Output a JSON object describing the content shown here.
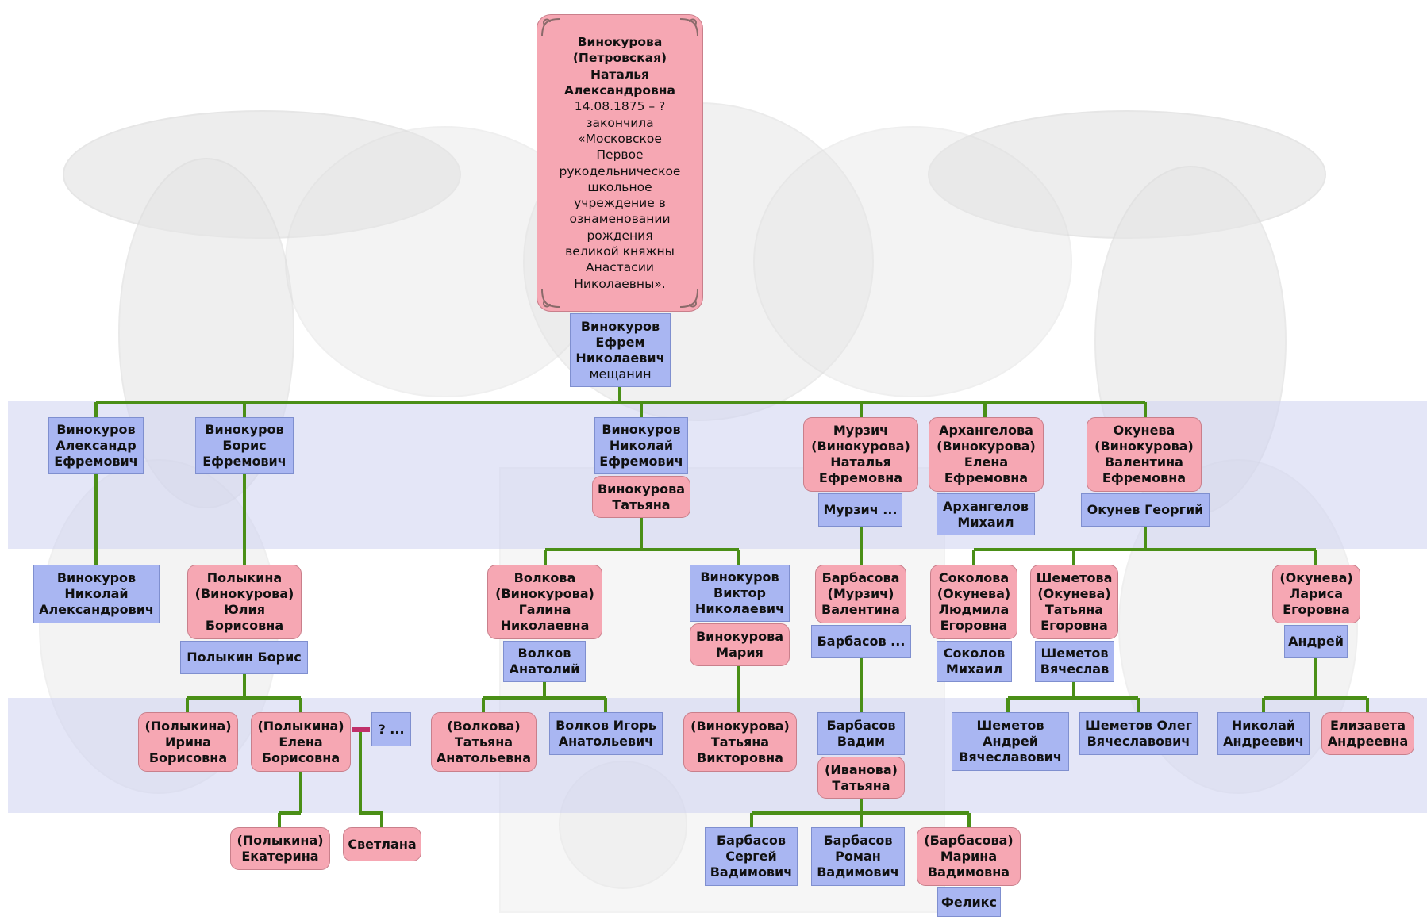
{
  "colors": {
    "male": "#a9b6f2",
    "female": "#f6a7b3",
    "link": "#4a8f17",
    "marriage_link": "#c0306a",
    "band": "#cdd2f0"
  },
  "root": {
    "name": "Винокурова\n(Петровская)\nНаталья\nАлександровна",
    "info": "14.08.1875 – ?\nзакончила\n«Московское\nПервое\nрукодельническое\nшкольное\nучреждение в\nознаменовании\nрождения\nвеликой княжны\nАнастасии\nНиколаевны»."
  },
  "people": {
    "efrem": {
      "name": "Винокуров\nЕфрем\nНиколаевич",
      "info": "мещанин"
    },
    "alexander": {
      "name": "Винокуров\nАлександр\nЕфремович"
    },
    "boris": {
      "name": "Винокуров\nБорис\nЕфремович"
    },
    "nikolai": {
      "name": "Винокуров\nНиколай\nЕфремович"
    },
    "tatiana_w": {
      "name": "Винокурова\nТатьяна"
    },
    "natalia_m": {
      "name": "Мурзич\n(Винокурова)\nНаталья\nЕфремовна"
    },
    "murzich": {
      "name": "Мурзич ..."
    },
    "elena_a": {
      "name": "Архангелова\n(Винокурова)\nЕлена\nЕфремовна"
    },
    "mikhail_a": {
      "name": "Архангелов\nМихаил"
    },
    "valentina_o": {
      "name": "Окунева\n(Винокурова)\nВалентина\nЕфремовна"
    },
    "georgy_o": {
      "name": "Окунев Георгий"
    },
    "nikolai_a": {
      "name": "Винокуров\nНиколай\nАлександрович"
    },
    "yulia_p": {
      "name": "Полыкина\n(Винокурова)\nЮлия\nБорисовна"
    },
    "boris_p": {
      "name": "Полыкин Борис"
    },
    "galina_v": {
      "name": "Волкова\n(Винокурова)\nГалина\nНиколаевна"
    },
    "anatoly_v": {
      "name": "Волков\nАнатолий"
    },
    "viktor": {
      "name": "Винокуров\nВиктор\nНиколаевич"
    },
    "maria_w": {
      "name": "Винокурова\nМария"
    },
    "valentina_b": {
      "name": "Барбасова\n(Мурзич)\nВалентина"
    },
    "barbasov": {
      "name": "Барбасов ..."
    },
    "ludmila_s": {
      "name": "Соколова\n(Окунева)\nЛюдмила\nЕгоровна"
    },
    "mikhail_s": {
      "name": "Соколов\nМихаил"
    },
    "tatiana_sh": {
      "name": "Шеметова\n(Окунева)\nТатьяна\nЕгоровна"
    },
    "vyacheslav_sh": {
      "name": "Шеметов\nВячеслав"
    },
    "larisa": {
      "name": "(Окунева)\nЛариса\nЕгоровна"
    },
    "andrei": {
      "name": "Андрей"
    },
    "irina_p": {
      "name": "(Полыкина)\nИрина\nБорисовна"
    },
    "elena_p": {
      "name": "(Полыкина)\nЕлена\nБорисовна"
    },
    "unknown": {
      "name": "? ..."
    },
    "tatiana_vo": {
      "name": "(Волкова)\nТатьяна\nАнатольевна"
    },
    "igor_v": {
      "name": "Волков Игорь\nАнатольевич"
    },
    "tatiana_vi": {
      "name": "(Винокурова)\nТатьяна\nВикторовна"
    },
    "vadim_b": {
      "name": "Барбасов\nВадим"
    },
    "tatiana_i": {
      "name": "(Иванова)\nТатьяна"
    },
    "andrei_sh": {
      "name": "Шеметов\nАндрей\nВячеславович"
    },
    "oleg_sh": {
      "name": "Шеметов Олег\nВячеславович"
    },
    "nikolai_an": {
      "name": "Николай\nАндреевич"
    },
    "elizaveta": {
      "name": "Елизавета\nАндреевна"
    },
    "ekaterina_p": {
      "name": "(Полыкина)\nЕкатерина"
    },
    "svetlana": {
      "name": "Светлана"
    },
    "sergei_b": {
      "name": "Барбасов\nСергей\nВадимович"
    },
    "roman_b": {
      "name": "Барбасов\nРоман\nВадимович"
    },
    "marina_b": {
      "name": "(Барбасова)\nМарина\nВадимовна"
    },
    "felix": {
      "name": "Феликс"
    }
  }
}
